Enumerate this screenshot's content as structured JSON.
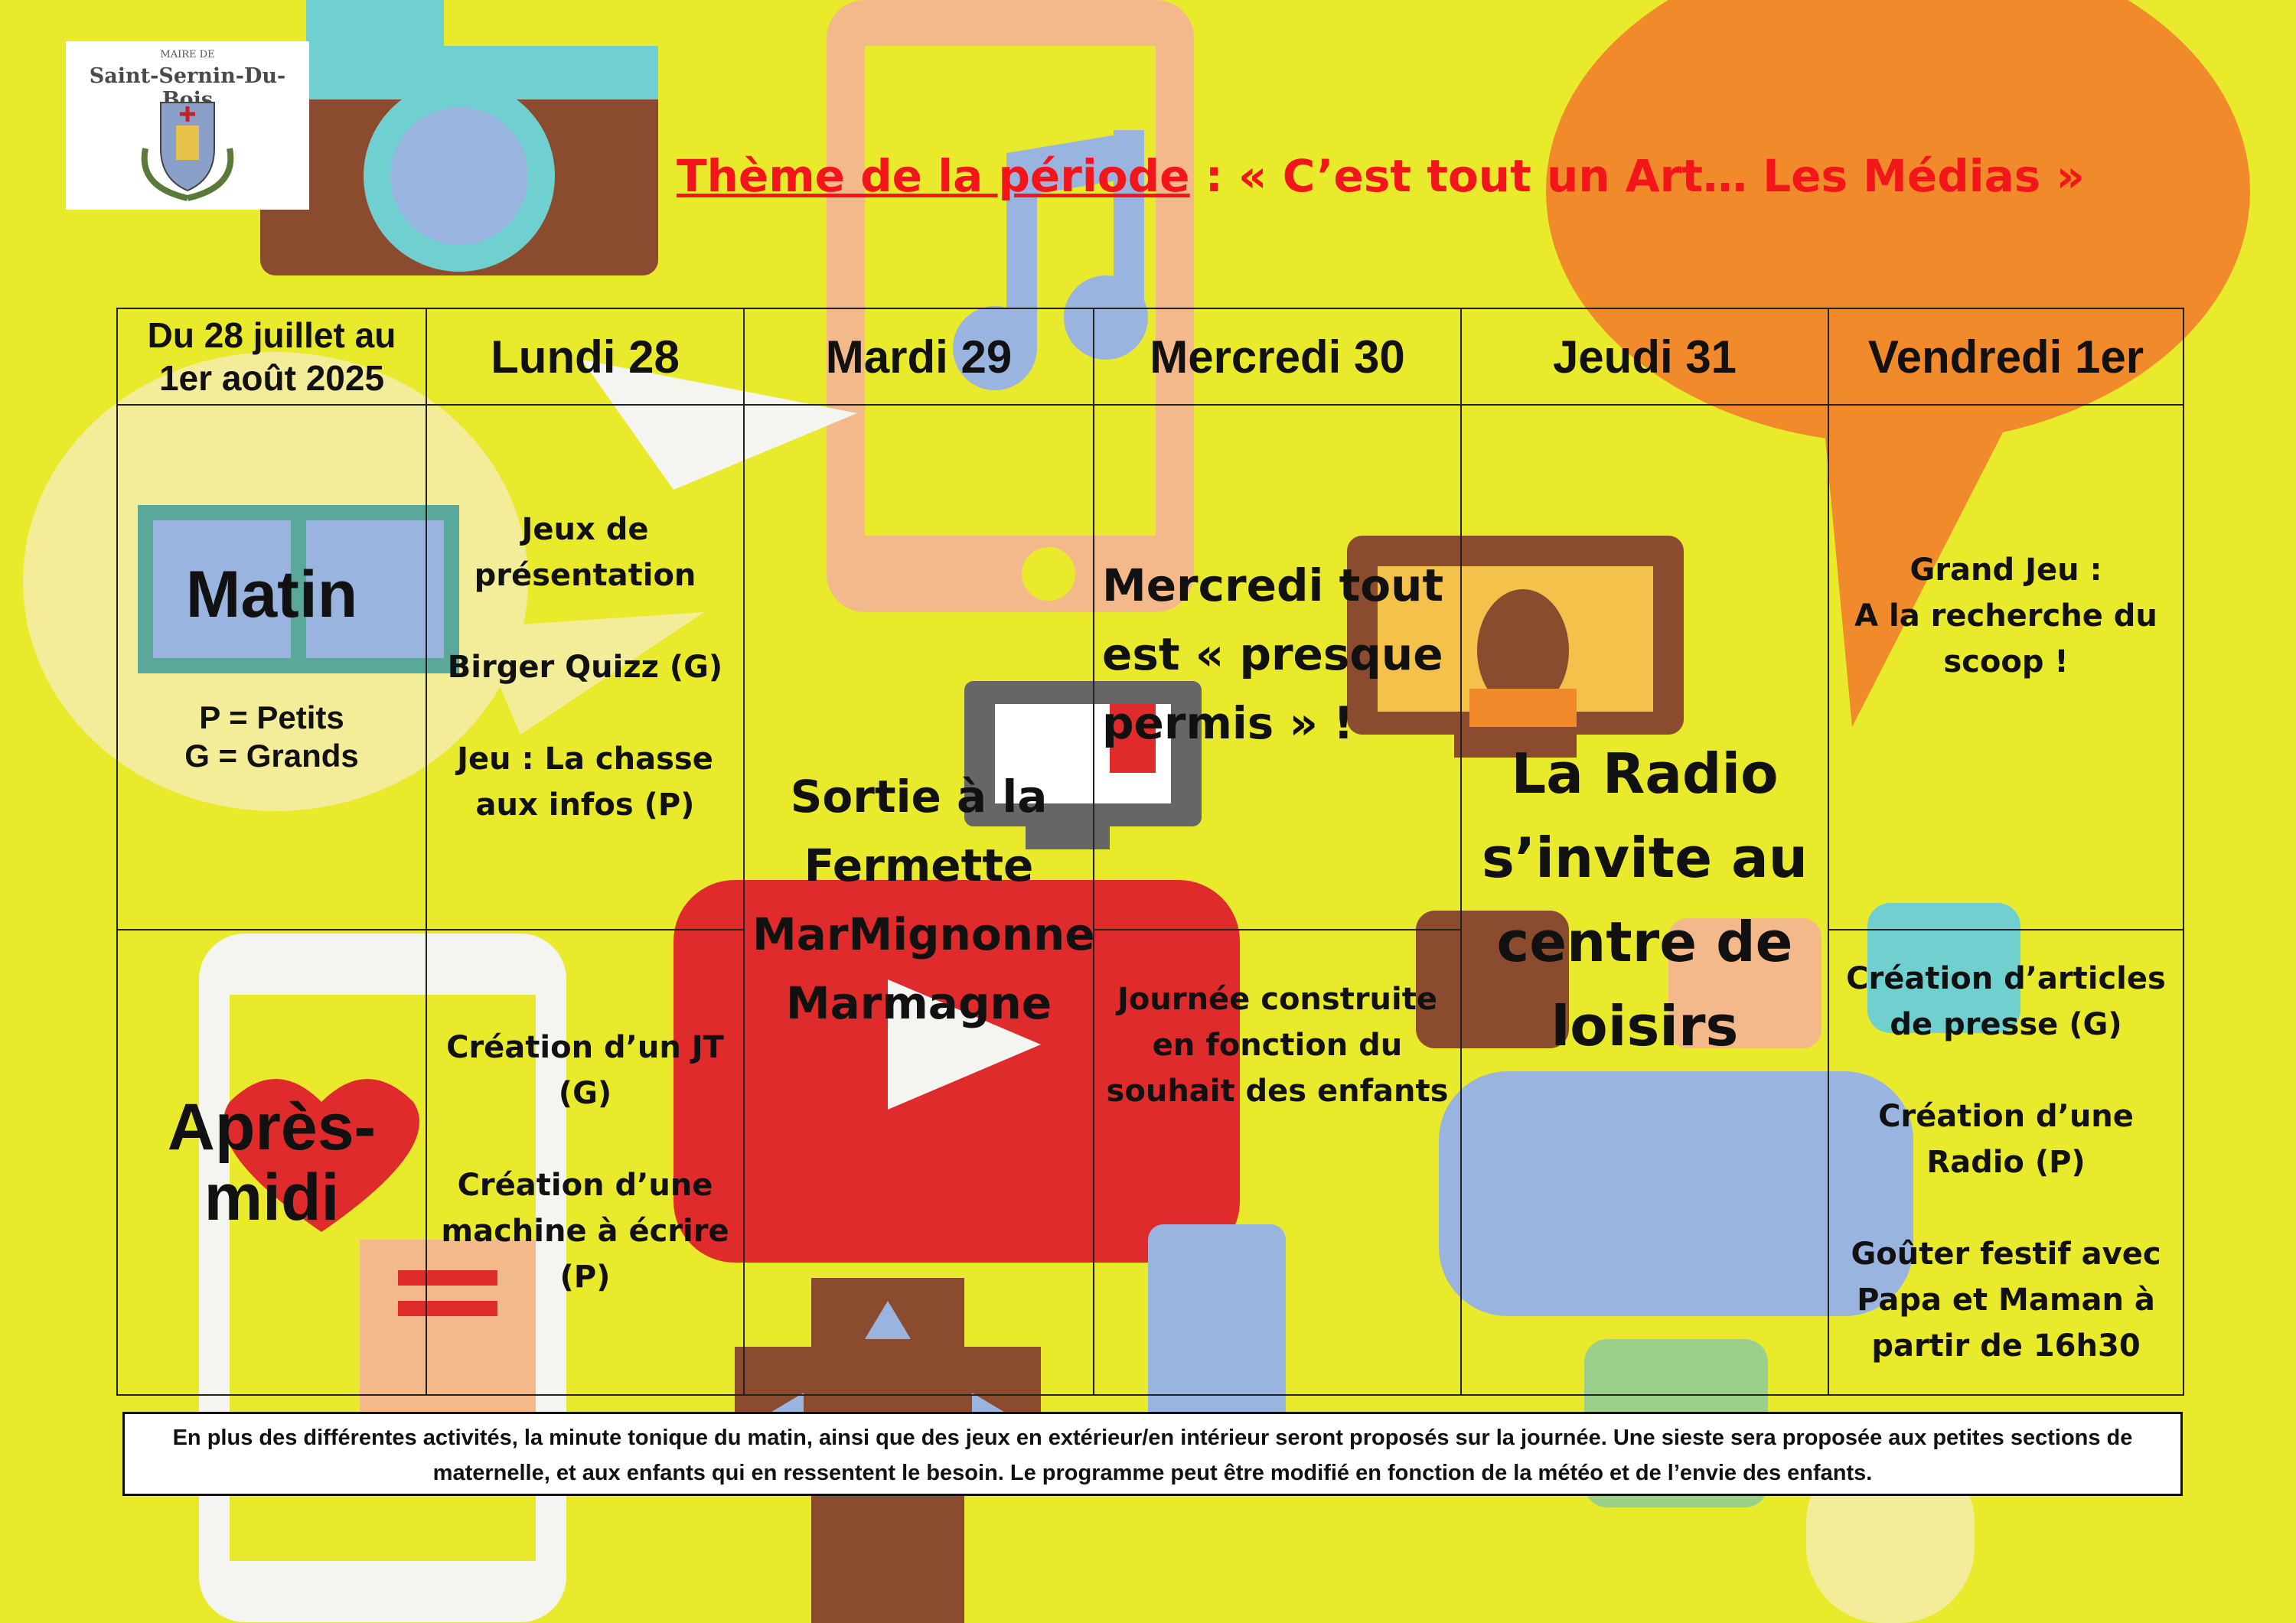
{
  "logo": {
    "mairie": "MAIRE DE",
    "town": "Saint-Sernin-Du-Bois"
  },
  "theme": {
    "prefix": "Thème de la période",
    "suffix": " : « C’est tout un Art… Les Médias »"
  },
  "schedule": {
    "period_label": "Du 28 juillet au 1er août 2025",
    "days": [
      "Lundi 28",
      "Mardi 29",
      "Mercredi 30",
      "Jeudi 31",
      "Vendredi 1er"
    ],
    "morning": {
      "label": "Matin",
      "legend_p": "P = Petits",
      "legend_g": "G = Grands",
      "lundi": [
        "Jeux de présentation",
        "Birger Quizz (G)",
        "Jeu : La chasse aux infos (P)"
      ],
      "mercredi": "Mercredi tout est « presque permis » !",
      "vendredi": [
        "Grand Jeu :",
        "A la recherche du scoop !"
      ]
    },
    "afternoon": {
      "label": "Après-midi",
      "lundi": [
        "Création d’un JT (G)",
        "Création d’une machine à écrire (P)"
      ],
      "mercredi": "Journée construite en fonction du souhait des enfants",
      "vendredi": [
        "Création d’articles de presse (G)",
        "Création d’une Radio (P)",
        "Goûter festif avec Papa et Maman à partir de 16h30"
      ]
    },
    "mardi_full": "Sortie à la Fermette MarMignonne Marmagne",
    "jeudi_full": "La Radio s’invite au centre de loisirs"
  },
  "footer": "En plus des différentes activités, la minute tonique du matin, ainsi que des jeux en extérieur/en intérieur seront proposés sur la journée. Une sieste sera proposée aux petites sections de maternelle, et aux enfants qui en ressentent le besoin. Le programme peut être modifié en fonction de la météo et de l’envie des enfants.",
  "colors": {
    "background": "#e9ea2c",
    "title": "#f2161a",
    "orange": "#f08a2a",
    "red": "#df2b2b",
    "blue": "#9ab4e0",
    "peach": "#f4b98a",
    "brown": "#8b4b2e"
  }
}
